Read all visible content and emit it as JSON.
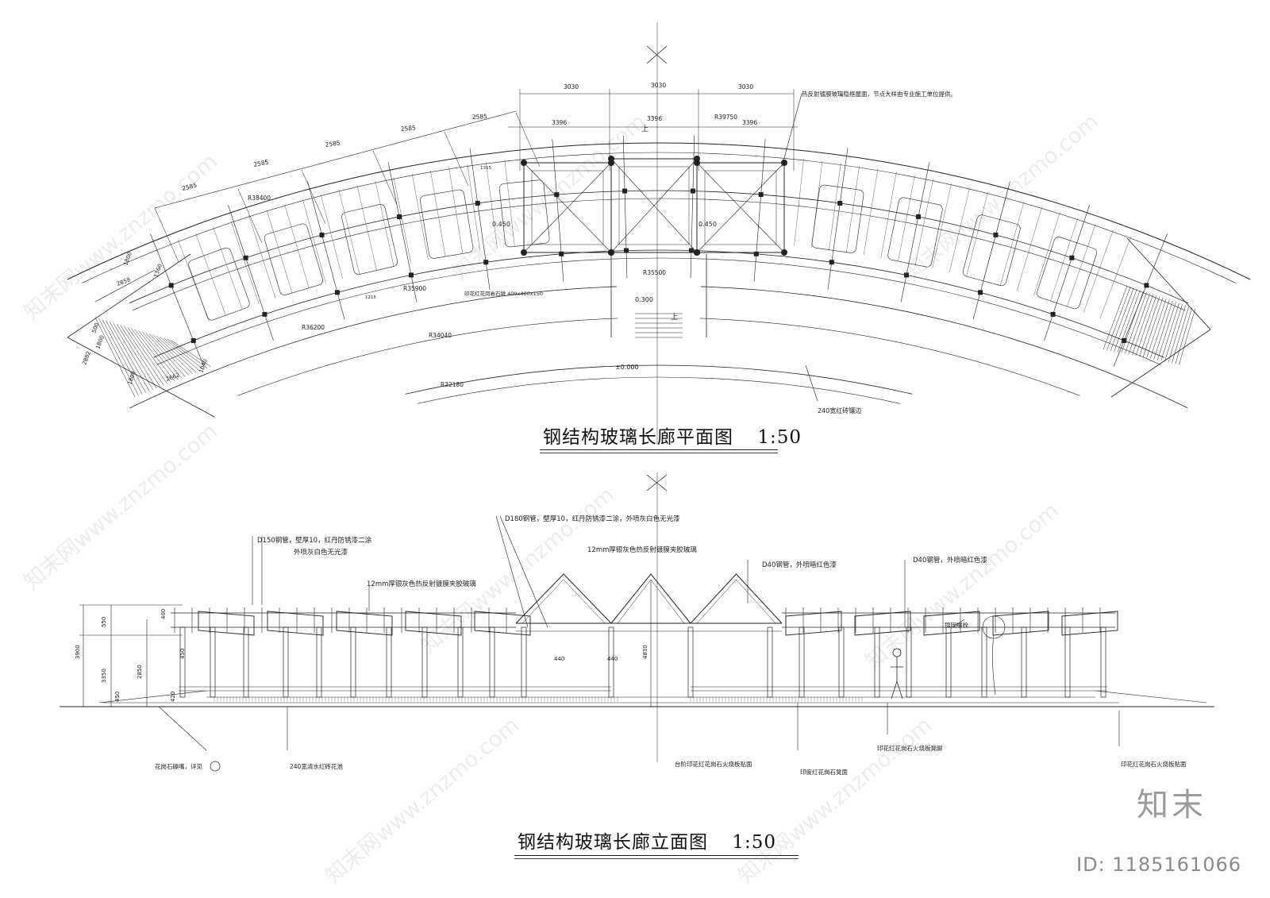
{
  "plan": {
    "title": "钢结构玻璃长廊平面图",
    "scale": "1:50",
    "note_roof": "热反射镀膜玻璃隐框屋面，节点大样由专业施工单位提供。",
    "note_paving": "印花红花岗岩石墩 400x400x150",
    "note_border": "240宽红砖镶边",
    "label_up": "上",
    "radii": [
      "R39750",
      "R38400",
      "R35900",
      "R36200",
      "R35500",
      "R34040",
      "R32180"
    ],
    "dims_top_3030": [
      "3030",
      "3030",
      "3030"
    ],
    "dims_3396": [
      "3396",
      "3396",
      "3396"
    ],
    "dims_2585": [
      "2585",
      "2585",
      "2585",
      "2585",
      "2585"
    ],
    "dims_small": [
      "1315",
      "1215"
    ],
    "dims_left": [
      "2859",
      "2882",
      "1800",
      "1800",
      "2662",
      "1040",
      "1800",
      "500",
      "1360"
    ],
    "levels": [
      "0.450",
      "0.450",
      "0.300",
      "±0.000"
    ]
  },
  "elevation": {
    "title": "钢结构玻璃长廊立面图",
    "scale": "1:50",
    "callouts": {
      "d150_line1": "D150钢管，壁厚10，红丹防锈漆二涂",
      "d150_line2": "外喷灰白色无光漆",
      "d180": "D180钢管，壁厚10，红丹防锈漆二涂，外喷灰白色无光漆",
      "glass_center": "12mm厚银灰色热反射镀膜夹胶玻璃",
      "glass_left": "12mm厚银灰色热反射镀膜夹胶玻璃",
      "d40_a": "D40钢管，外喷暗红色漆",
      "d40_b": "D40钢管，外喷暗红色漆",
      "bolt": "锦固螺栓",
      "bottom_1": "花岗石磉嘴，详见",
      "bottom_2": "240宽清水红砖花池",
      "bottom_3": "台阶印花红花岗石火烧板贴面",
      "bottom_4": "印度红花岗石凳面",
      "bottom_5": "印花红花岗石火烧板凳脚",
      "bottom_6": "印花红花岗石火烧板贴面"
    },
    "dims": [
      "3900",
      "550",
      "3350",
      "2850",
      "400",
      "450",
      "4830",
      "440",
      "440",
      "420",
      "450"
    ]
  },
  "brand": {
    "logo_text": "知末",
    "id_label": "ID: 1185161066",
    "watermark": "知末网www.znzmo.com"
  },
  "colors": {
    "line": "#222222",
    "background": "#ffffff",
    "watermark": "#9a9a9a"
  }
}
